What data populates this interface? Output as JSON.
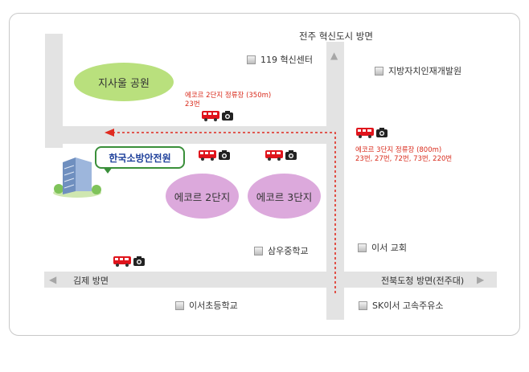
{
  "map": {
    "direction_top": "전주 혁신도시 방면",
    "direction_left": "김제 방면",
    "direction_right": "전북도청 방면(전주대)",
    "park": "지사울 공원",
    "building": "한국소방안전원",
    "apartments": [
      "에코르 2단지",
      "에코르 3단지"
    ],
    "pois": {
      "fire_center": "119 혁신센터",
      "local_dev": "지방자치인재개발원",
      "middle_school": "삼우중학교",
      "church": "이서 교회",
      "elementary": "이서초등학교",
      "gas_station": "SK이서 고속주유소"
    },
    "bus_stops": {
      "stop2_name": "에코르 2단지 정류장 (350m)",
      "stop2_routes": "23번",
      "stop3_name": "에코르 3단지 정류장 (800m)",
      "stop3_routes": "23번, 27번, 72번, 73번, 220번"
    },
    "colors": {
      "road": "#e3e3e3",
      "park": "#b9e07d",
      "apartment": "#dca9dc",
      "route": "#e02b20",
      "bus": "#e0141c",
      "callout_border": "#3a8f3a"
    },
    "icons": [
      "bus-icon",
      "camera-icon",
      "building-icon",
      "arrow-left-icon",
      "arrow-right-icon",
      "arrow-up-icon"
    ]
  }
}
